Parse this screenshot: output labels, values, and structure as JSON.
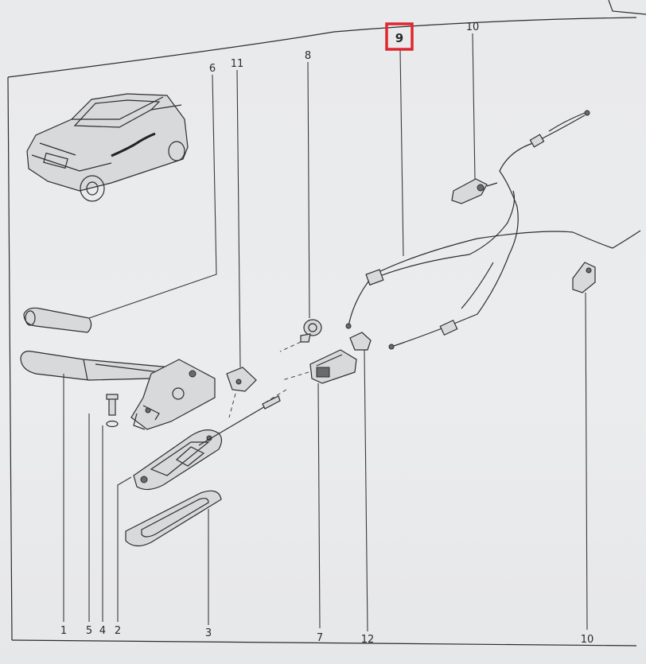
{
  "callouts": {
    "c1": "1",
    "c2": "2",
    "c3": "3",
    "c4": "4",
    "c5": "5",
    "c6": "6",
    "c7": "7",
    "c8": "8",
    "c9": "9",
    "c10_top": "10",
    "c10_bottom": "10",
    "c11": "11",
    "c12": "12"
  },
  "highlight_color": "#e0262f"
}
